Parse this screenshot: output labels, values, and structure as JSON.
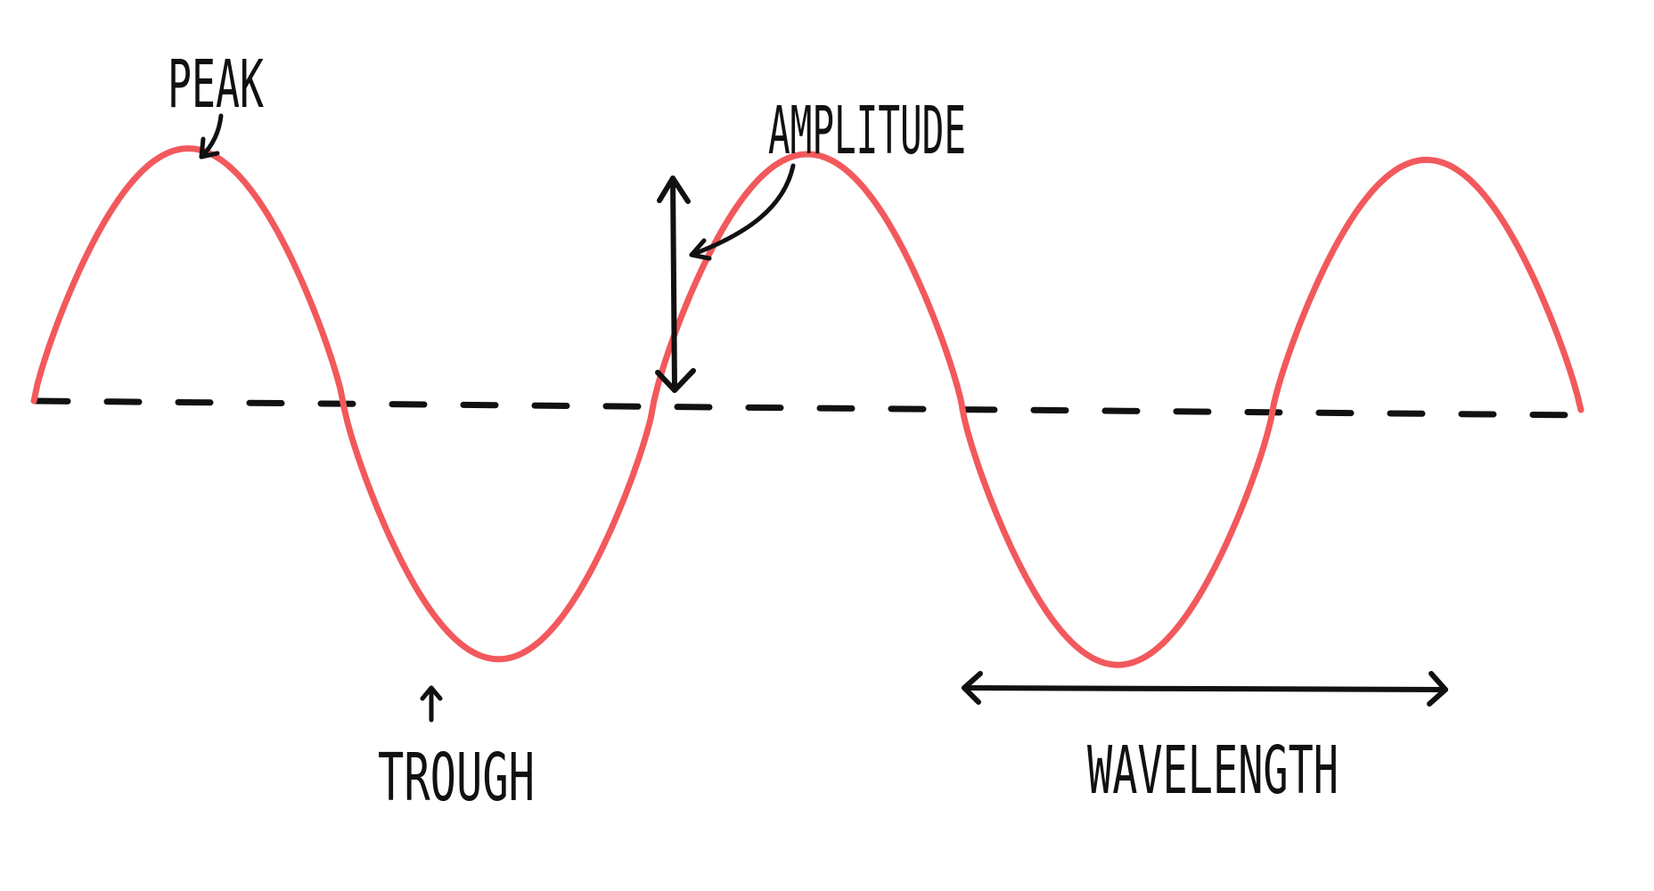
{
  "labels": {
    "peak": "PEAK",
    "trough": "TROUGH",
    "amplitude": "AMPLITUDE",
    "wavelength": "WAVELENGTH"
  },
  "colors": {
    "wave": "#f2595c",
    "ink": "#111111",
    "background": "#ffffff"
  }
}
